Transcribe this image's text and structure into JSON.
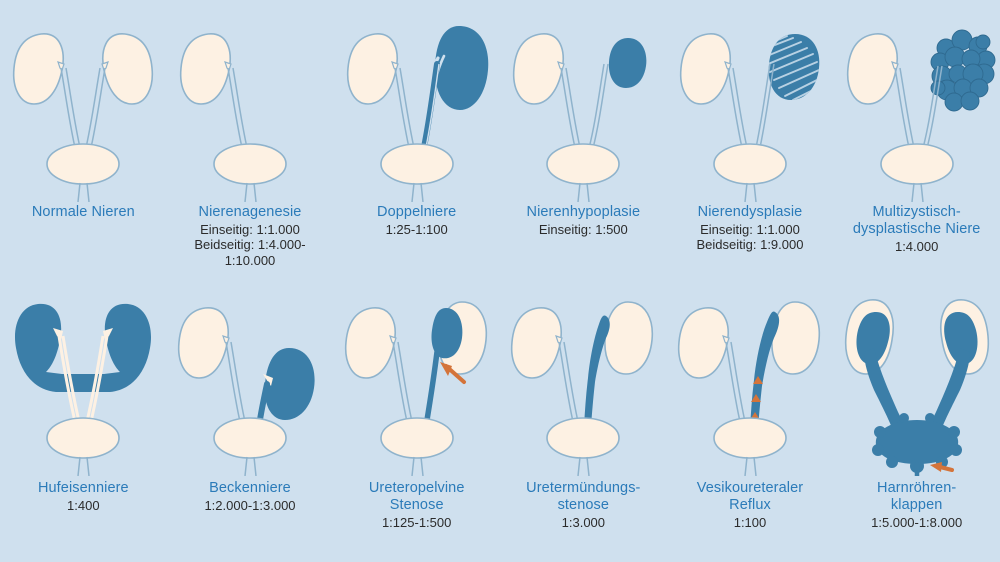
{
  "figure": {
    "background_color": "#cfe0ee",
    "organ_fill": "#fdf1e3",
    "organ_stroke": "#8fb3cc",
    "highlight_color": "#3b7ea8",
    "arrow_color": "#d4743a",
    "title_color": "#2b7bb9",
    "rate_color": "#2b2b2b"
  },
  "panels": [
    {
      "id": "normale-nieren",
      "title": "Normale Nieren",
      "rate": "",
      "art": "two-normal-kidneys-bladder"
    },
    {
      "id": "nierenagenesie",
      "title": "Nierenagenesie",
      "rate": "Einseitig:  1:1.000\nBeidseitig: 1:4.000-\n1:10.000",
      "art": "single-kidney-missing-right"
    },
    {
      "id": "doppelniere",
      "title": "Doppelniere",
      "rate": "1:25-1:100",
      "art": "duplex-kidney-double-ureter"
    },
    {
      "id": "nierenhypoplasie",
      "title": "Nierenhypoplasie",
      "rate": "Einseitig: 1:500",
      "art": "small-right-kidney"
    },
    {
      "id": "nierendysplasie",
      "title": "Nierendysplasie",
      "rate": "Einseitig: 1:1.000\nBeidseitig: 1:9.000",
      "art": "hatched-right-kidney"
    },
    {
      "id": "multizystisch-dysplastische-niere",
      "title": "Multizystisch-\ndysplastische Niere",
      "rate": "1:4.000",
      "art": "cystic-cluster-right-kidney"
    },
    {
      "id": "hufeisenniere",
      "title": "Hufeisenniere",
      "rate": "1:400",
      "art": "horseshoe-fused-kidneys"
    },
    {
      "id": "beckenniere",
      "title": "Beckenniere",
      "rate": "1:2.000-1:3.000",
      "art": "pelvic-low-right-kidney"
    },
    {
      "id": "ureteropelvine-stenose",
      "title": "Ureteropelvine\nStenose",
      "rate": "1:125-1:500",
      "art": "dilated-renal-pelvis-with-arrow"
    },
    {
      "id": "uretermuendungsstenose",
      "title": "Uretermündungs-\nstenose",
      "rate": "1:3.000",
      "art": "dilated-ureter-with-arrow-at-bladder"
    },
    {
      "id": "vesikoureteraler-reflux",
      "title": "Vesikoureteraler\nReflux",
      "rate": "1:100",
      "art": "dilated-ureter-with-reflux-arrows"
    },
    {
      "id": "harnroehrenklappen",
      "title": "Harnröhren-\nklappen",
      "rate": "1:5.000-1:8.000",
      "art": "bilateral-dilation-trabeculated-bladder-arrow"
    }
  ]
}
